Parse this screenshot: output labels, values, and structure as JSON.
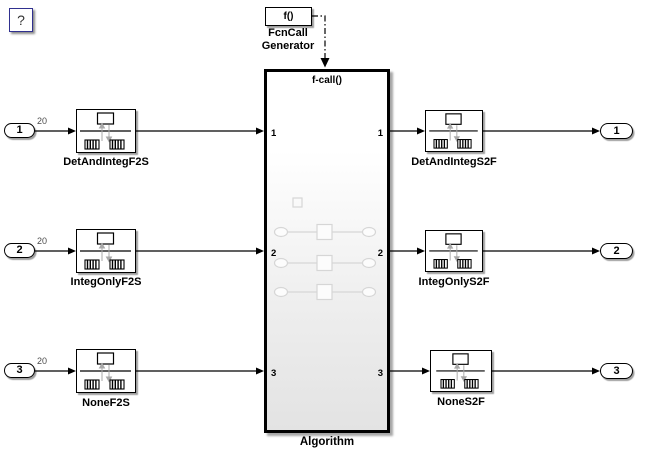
{
  "help": {
    "label": "?"
  },
  "fcncall": {
    "block_text": "f()",
    "label_line1": "FcnCall",
    "label_line2": "Generator"
  },
  "algorithm": {
    "trigger_label": "f-call()",
    "name": "Algorithm",
    "left_ports": [
      "1",
      "2",
      "3"
    ],
    "right_ports": [
      "1",
      "2",
      "3"
    ]
  },
  "rows": [
    {
      "inport": "1",
      "signal_width": "20",
      "f2s": "DetAndIntegF2S",
      "s2f": "DetAndIntegS2F",
      "outport": "1"
    },
    {
      "inport": "2",
      "signal_width": "20",
      "f2s": "IntegOnlyF2S",
      "s2f": "IntegOnlyS2F",
      "outport": "2"
    },
    {
      "inport": "3",
      "signal_width": "20",
      "f2s": "NoneF2S",
      "s2f": "NoneS2F",
      "outport": "3"
    }
  ],
  "colors": {
    "background": "#ffffff",
    "wire": "#000000",
    "signal_label": "#4d4d4d",
    "help_border": "#30308f",
    "icon_arrow": "#a9a9a9",
    "watermark": "#d6d6d6",
    "subsystem_gradient_end": "#e3e3e3"
  }
}
